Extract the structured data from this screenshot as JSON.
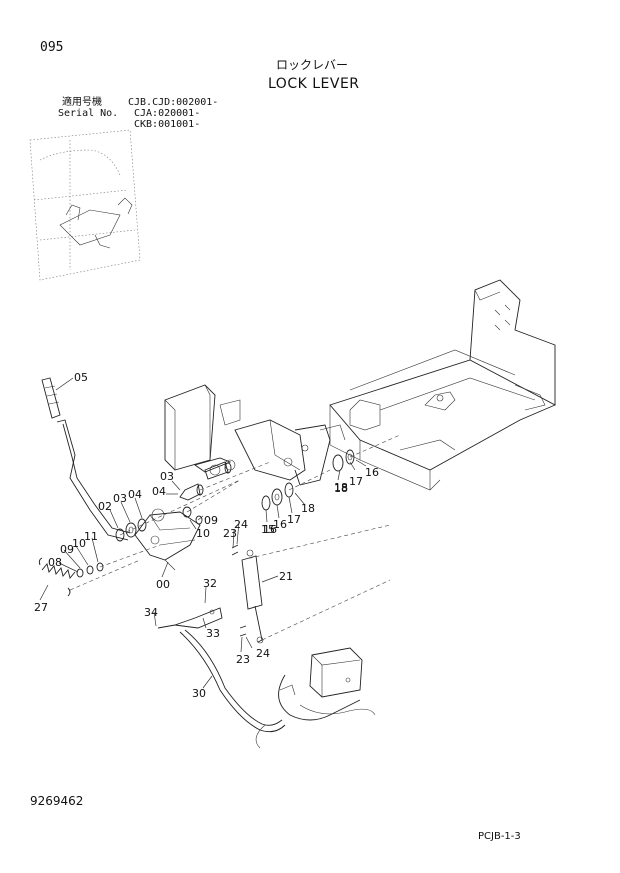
{
  "header": {
    "page_number": "095",
    "title_jp": "ロックレバー",
    "title_en": "LOCK LEVER"
  },
  "serial": {
    "label_jp": "適用号機",
    "label_en": "Serial No.",
    "values": [
      "CJB.CJD:002001-",
      "CJA:020001-",
      "CKB:001001-"
    ]
  },
  "footer": {
    "doc_number": "9269462",
    "page_code": "PCJB-1-3"
  },
  "callouts": [
    "05",
    "03",
    "04",
    "02",
    "03",
    "04",
    "09",
    "10",
    "11",
    "09",
    "10",
    "08",
    "00",
    "27",
    "23",
    "24",
    "21",
    "32",
    "34",
    "33",
    "23",
    "24",
    "30",
    "18",
    "16",
    "15",
    "16",
    "17",
    "18",
    "17",
    "18",
    "16"
  ]
}
